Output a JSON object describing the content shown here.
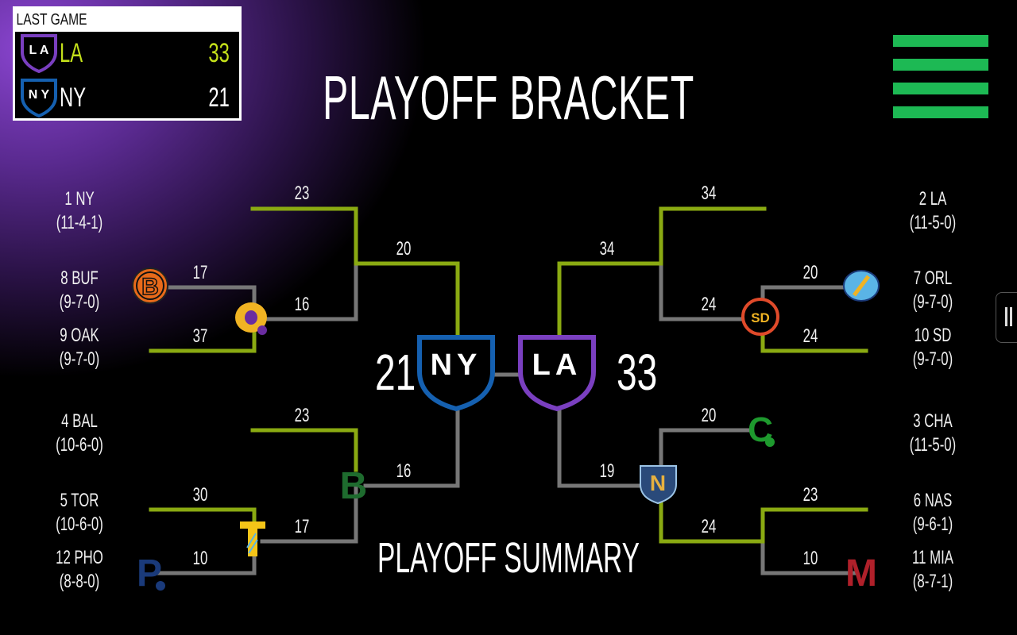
{
  "last_game": {
    "label": "LAST GAME",
    "rows": [
      {
        "abbr": "LA",
        "score": "33",
        "abbr_color": "#c4e01a",
        "score_color": "#c4e01a",
        "shield_color": "#7a3fc0"
      },
      {
        "abbr": "NY",
        "score": "21",
        "abbr_color": "#ffffff",
        "score_color": "#ffffff",
        "shield_color": "#1560b0"
      }
    ]
  },
  "title": "PLAYOFF BRACKET",
  "summary_link": "PLAYOFF SUMMARY",
  "colors": {
    "winner_line": "#8aaa12",
    "loser_line": "#777777",
    "menu": "#1db954"
  },
  "seeds": {
    "left": [
      {
        "seed": "1 NY",
        "record": "(11-4-1)"
      },
      {
        "seed": "8 BUF",
        "record": "(9-7-0)"
      },
      {
        "seed": "9 OAK",
        "record": "(9-7-0)"
      },
      {
        "seed": "4 BAL",
        "record": "(10-6-0)"
      },
      {
        "seed": "5 TOR",
        "record": "(10-6-0)"
      },
      {
        "seed": "12 PHO",
        "record": "(8-8-0)"
      }
    ],
    "right": [
      {
        "seed": "2 LA",
        "record": "(11-5-0)"
      },
      {
        "seed": "7 ORL",
        "record": "(9-7-0)"
      },
      {
        "seed": "10 SD",
        "record": "(9-7-0)"
      },
      {
        "seed": "3 CHA",
        "record": "(11-5-0)"
      },
      {
        "seed": "6 NAS",
        "record": "(9-6-1)"
      },
      {
        "seed": "11 MIA",
        "record": "(8-7-1)"
      }
    ]
  },
  "scores": {
    "left": {
      "buf": "17",
      "oak": "37",
      "ny_r2": "23",
      "oak_r2": "16",
      "tor": "30",
      "pho": "10",
      "bal_r2": "23",
      "tor_r2": "17",
      "ny_semi": "20",
      "bal_semi": "16"
    },
    "right": {
      "orl": "20",
      "sd": "24",
      "la_r2": "34",
      "sd_r2": "24",
      "nas": "23",
      "mia": "10",
      "cha_r2": "20",
      "nas_r2": "24",
      "la_semi": "34",
      "nas_semi": "19"
    }
  },
  "final": {
    "left_team": "NY",
    "left_score": "21",
    "right_team": "LA",
    "right_score": "33"
  },
  "logos": {
    "buf": {
      "letter": "B",
      "color": "#e86a1a"
    },
    "oak": {
      "letter": "O",
      "color": "#f0b323"
    },
    "bal": {
      "letter": "B",
      "color": "#1e6b2e"
    },
    "tor": {
      "letter": "T",
      "color": "#f5c518"
    },
    "pho": {
      "letter": "P",
      "color": "#1a3a7a"
    },
    "orl": {
      "letter": "O",
      "color": "#5ab4e6"
    },
    "sd": {
      "letter": "SD",
      "color": "#e04a2a"
    },
    "cha": {
      "letter": "C",
      "color": "#1e9a2e"
    },
    "nas": {
      "letter": "N",
      "color": "#e6b040"
    },
    "mia": {
      "letter": "M",
      "color": "#b0202a"
    }
  }
}
